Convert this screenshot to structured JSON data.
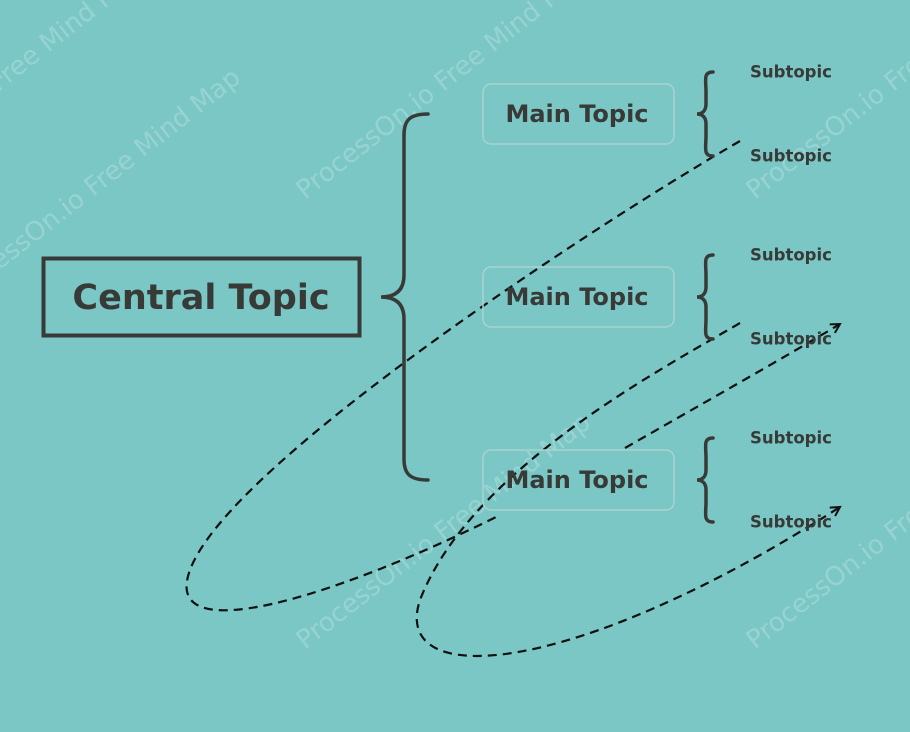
{
  "watermark": {
    "text": "ProcessOn.io Free Mind Map"
  },
  "mindmap": {
    "central": {
      "label": "Central Topic"
    },
    "main_topics": [
      {
        "label": "Main Topic",
        "subtopics": [
          {
            "label": "Subtopic"
          },
          {
            "label": "Subtopic"
          }
        ]
      },
      {
        "label": "Main Topic",
        "subtopics": [
          {
            "label": "Subtopic"
          },
          {
            "label": "Subtopic"
          }
        ]
      },
      {
        "label": "Main Topic",
        "subtopics": [
          {
            "label": "Subtopic"
          },
          {
            "label": "Subtopic"
          }
        ]
      }
    ]
  },
  "colors": {
    "background": "#7ac7c6",
    "ink": "#383a37",
    "main_topic_border": "#a9d3d1",
    "connector": "#111111"
  }
}
